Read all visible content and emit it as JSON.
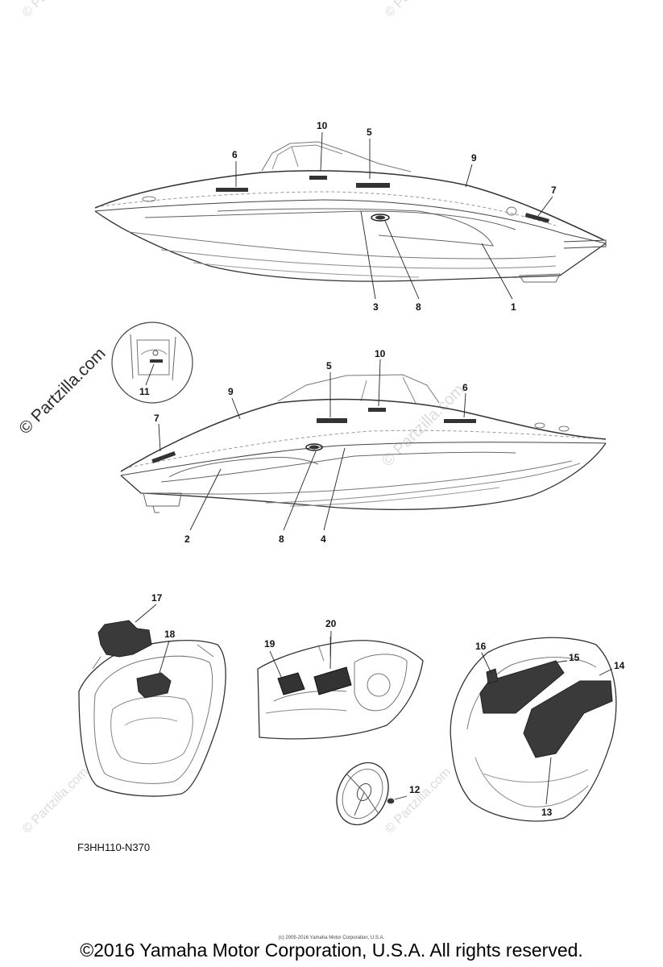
{
  "figure_code": "F3HH110-N370",
  "footer": {
    "copyright": "©2016 Yamaha Motor Corporation, U.S.A. All rights reserved.",
    "small_copyright": "(c) 2005-2016 Yamaha Motor Corporation, U.S.A."
  },
  "watermark": {
    "main": "© Partzilla.com",
    "faint": "© Partzilla.com"
  },
  "callouts": {
    "c1": "1",
    "c2": "2",
    "c3": "3",
    "c4": "4",
    "c5": "5",
    "c6": "6",
    "c7": "7",
    "c8": "8",
    "c9": "9",
    "c10": "10",
    "c11": "11",
    "c12": "12",
    "c13": "13",
    "c14": "14",
    "c15": "15",
    "c16": "16",
    "c17": "17",
    "c18": "18",
    "c19": "19",
    "c20": "20"
  }
}
